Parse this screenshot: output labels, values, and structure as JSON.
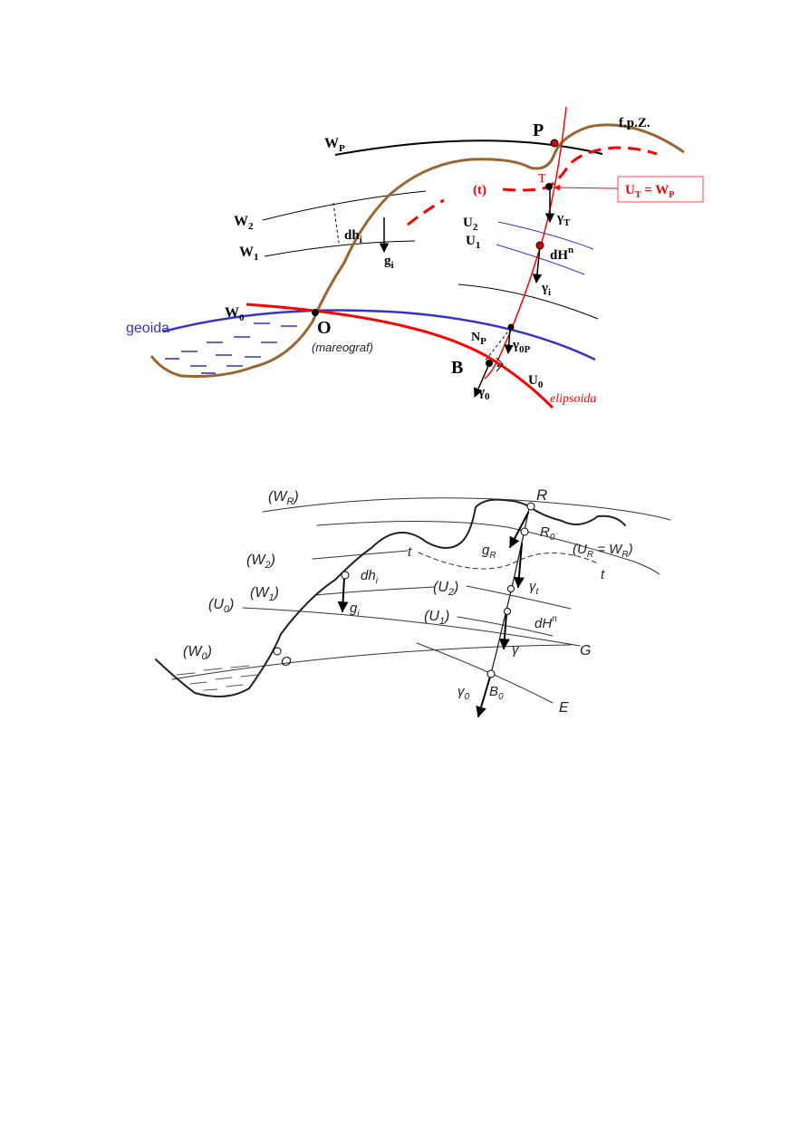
{
  "figure1": {
    "surfaces": {
      "wp": {
        "base": "W",
        "sub": "P"
      },
      "w2": {
        "base": "W",
        "sub": "2"
      },
      "w1": {
        "base": "W",
        "sub": "1"
      },
      "w0": {
        "base": "W",
        "sub": "0"
      },
      "u2": {
        "base": "U",
        "sub": "2"
      },
      "u1": {
        "base": "U",
        "sub": "1"
      },
      "u0": {
        "base": "U",
        "sub": "0"
      }
    },
    "points": {
      "P": "P",
      "T": "T",
      "O": "O",
      "B": "B"
    },
    "labels": {
      "fpz": "f.p.Z.",
      "t_curve": "(t)",
      "dhi": {
        "base": "dh",
        "sub": "i"
      },
      "gi": {
        "base": "g",
        "sub": "i"
      },
      "gamma_t": {
        "base": "γ",
        "sub": "T"
      },
      "dhn": {
        "base": "dH",
        "sup": "n"
      },
      "gamma_i": {
        "base": "γ",
        "sub": "i"
      },
      "np": {
        "base": "N",
        "sub": "P"
      },
      "gamma_0p": {
        "base": "γ",
        "sub": "0P"
      },
      "gamma_0": {
        "base": "γ",
        "sub": "0"
      },
      "geoida": "geoida",
      "mareograf": "(mareograf)",
      "elipsoida": "elipsoida"
    },
    "box": {
      "u": "U",
      "u_sub": "T",
      "eq": " = ",
      "w": "W",
      "w_sub": "P"
    },
    "colors": {
      "terrain": "#996633",
      "geoid": "#3333cc",
      "ellipsoid": "#ff0000",
      "level": "#000000"
    }
  },
  "figure2": {
    "labels": {
      "wr": {
        "open": "(W",
        "sub": "R",
        "close": ")"
      },
      "w2": {
        "open": "(W",
        "sub": "2",
        "close": ")"
      },
      "w1": {
        "open": "(W",
        "sub": "1",
        "close": ")"
      },
      "u0": {
        "open": "(U",
        "sub": "0",
        "close": ")"
      },
      "w0": {
        "open": "(W",
        "sub": "0",
        "close": ")"
      },
      "u2": {
        "open": "(U",
        "sub": "2",
        "close": ")"
      },
      "u1": {
        "open": "(U",
        "sub": "1",
        "close": ")"
      },
      "ur_wr": {
        "open": "(U",
        "sub1": "R",
        "mid": " = W",
        "sub2": "R",
        "close": ")"
      },
      "R": "R",
      "R0": {
        "base": "R",
        "sub": "0"
      },
      "B0": {
        "base": "B",
        "sub": "0"
      },
      "O": "O",
      "t1": "t",
      "t2": "t",
      "G": "G",
      "E": "E",
      "dhi": {
        "base": "dh",
        "sub": "i"
      },
      "dHn": {
        "base": "dH",
        "sup": "n"
      },
      "gR": {
        "base": "g",
        "sub": "R"
      },
      "gi": {
        "base": "g",
        "sub": "i"
      },
      "gamma_t": {
        "base": "γ",
        "sub": "t"
      },
      "gamma": {
        "base": "γ"
      },
      "gamma0": {
        "base": "γ",
        "sub": "0"
      }
    }
  }
}
